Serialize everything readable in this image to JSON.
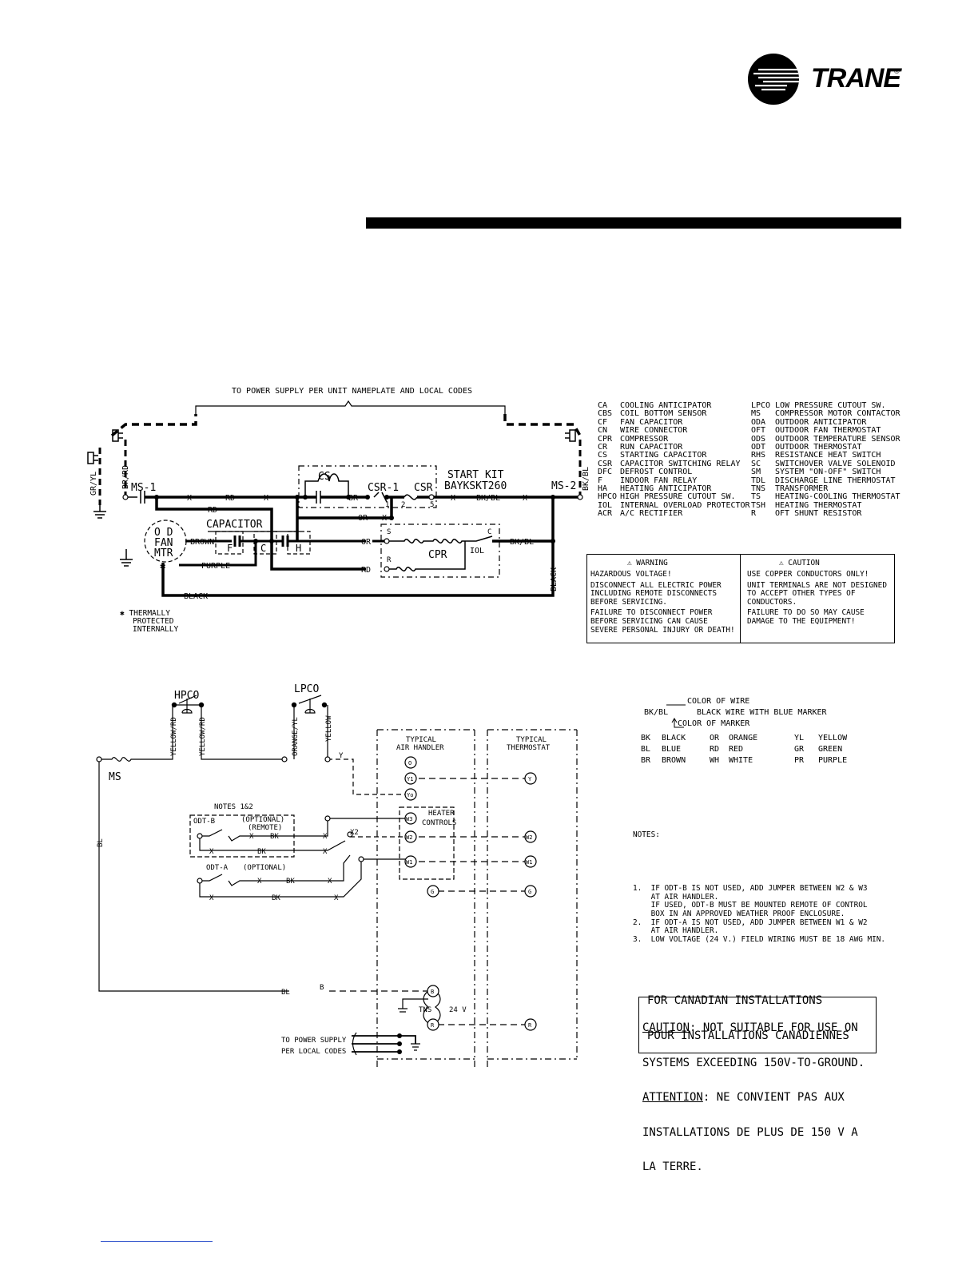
{
  "brand": {
    "name": "TRANE",
    "reg": "®"
  },
  "diagram": {
    "power_supply_top": "TO POWER SUPPLY PER UNIT NAMEPLATE AND LOCAL CODES",
    "wire_labels": {
      "gr_yl": "GR/YL",
      "br_rd": "BR/RD",
      "bk_bl": "BK/BL",
      "ms1": "MS-1",
      "ms2": "MS-2",
      "rd": "RD",
      "x": "X",
      "or": "OR",
      "bk_bl_mid": "BK/BL",
      "brown": "BROWN",
      "purple": "PURPLE",
      "black": "BLACK",
      "black_v": "BLACK",
      "br": "BR"
    },
    "components": {
      "cs": "CS",
      "csr1": "CSR-1",
      "csr": "CSR",
      "start_kit": "START KIT",
      "kit_model": "BAYKSKT260",
      "capacitor": "CAPACITOR",
      "cap_f": "F",
      "cap_c": "C",
      "cap_h": "H",
      "fan_o": "O D",
      "fan_f": "FAN",
      "fan_m": "MTR",
      "cpr": "CPR",
      "iol": "IOL",
      "s": "S",
      "r": "R",
      "c": "C",
      "n1": "1",
      "n2": "2",
      "n5": "5",
      "star": "✱"
    },
    "thermal_note": [
      "✱ THERMALLY",
      "PROTECTED",
      "INTERNALLY"
    ],
    "low_voltage": {
      "hpco": "HPCO",
      "lpco": "LPCO",
      "ms": "MS",
      "bl": "BL",
      "yellow_rd": "YELLOW/RD",
      "orange_yl": "ORANGE/YL",
      "yellow": "YELLOW",
      "y": "Y",
      "typical_ah_1": "TYPICAL",
      "typical_ah_2": "AIR HANDLER",
      "typical_ts_1": "TYPICAL",
      "typical_ts_2": "THERMOSTAT",
      "heater_1": "HEATER",
      "heater_2": "CONTROLS",
      "notes_12": "NOTES 1&2",
      "odt_b": "ODT-B",
      "optional": "(OPTIONAL)",
      "remote": "(REMOTE)",
      "odt_a": "ODT-A",
      "optional_a": "(OPTIONAL)",
      "bk": "BK",
      "x2": "X2",
      "t_o": "O",
      "t_y1": "Y1",
      "t_yo": "Yo",
      "t_w3": "W3",
      "t_w2": "W2",
      "t_w1": "W1",
      "t_g": "G",
      "t_b": "B",
      "t_r": "R",
      "tns": "TNS",
      "v24": "24 V",
      "b": "B",
      "ts_y": "Y",
      "ts_w2": "W2",
      "ts_w1": "W1",
      "ts_g": "G",
      "ts_r": "R",
      "power_local_1": "TO POWER SUPPLY",
      "power_local_2": "PER LOCAL CODES"
    }
  },
  "abbreviations_left": [
    [
      "CA",
      "COOLING ANTICIPATOR"
    ],
    [
      "CBS",
      "COIL BOTTOM SENSOR"
    ],
    [
      "CF",
      "FAN CAPACITOR"
    ],
    [
      "CN",
      "WIRE CONNECTOR"
    ],
    [
      "CPR",
      "COMPRESSOR"
    ],
    [
      "CR",
      "RUN CAPACITOR"
    ],
    [
      "CS",
      "STARTING CAPACITOR"
    ],
    [
      "CSR",
      "CAPACITOR SWITCHING RELAY"
    ],
    [
      "DFC",
      "DEFROST CONTROL"
    ],
    [
      "F",
      "INDOOR FAN RELAY"
    ],
    [
      "HA",
      "HEATING ANTICIPATOR"
    ],
    [
      "HPCO",
      "HIGH PRESSURE CUTOUT SW."
    ],
    [
      "IOL",
      "INTERNAL OVERLOAD PROTECTOR"
    ],
    [
      "ACR",
      "A/C RECTIFIER"
    ]
  ],
  "abbreviations_right": [
    [
      "LPCO",
      "LOW PRESSURE CUTOUT SW."
    ],
    [
      "MS",
      "COMPRESSOR MOTOR CONTACTOR"
    ],
    [
      "ODA",
      "OUTDOOR ANTICIPATOR"
    ],
    [
      "OFT",
      "OUTDOOR FAN THERMOSTAT"
    ],
    [
      "ODS",
      "OUTDOOR TEMPERATURE SENSOR"
    ],
    [
      "ODT",
      "OUTDOOR THERMOSTAT"
    ],
    [
      "RHS",
      "RESISTANCE HEAT SWITCH"
    ],
    [
      "SC",
      "SWITCHOVER VALVE SOLENOID"
    ],
    [
      "SM",
      "SYSTEM \"ON-OFF\" SWITCH"
    ],
    [
      "TDL",
      "DISCHARGE LINE THERMOSTAT"
    ],
    [
      "TNS",
      "TRANSFORMER"
    ],
    [
      "TS",
      "HEATING-COOLING THERMOSTAT"
    ],
    [
      "TSH",
      "HEATING THERMOSTAT"
    ],
    [
      "R",
      "OFT SHUNT RESISTOR"
    ]
  ],
  "warning": {
    "title": "⚠ WARNING",
    "lines": [
      "HAZARDOUS VOLTAGE!",
      "",
      "DISCONNECT ALL ELECTRIC POWER",
      "INCLUDING REMOTE DISCONNECTS",
      "BEFORE SERVICING.",
      "",
      "FAILURE TO DISCONNECT POWER",
      "BEFORE SERVICING CAN CAUSE",
      "SEVERE PERSONAL INJURY OR DEATH!"
    ]
  },
  "caution": {
    "title": "⚠ CAUTION",
    "lines": [
      "USE COPPER CONDUCTORS ONLY!",
      "",
      "UNIT TERMINALS ARE NOT DESIGNED",
      "TO ACCEPT OTHER TYPES OF",
      "CONDUCTORS.",
      "",
      "FAILURE TO DO SO MAY CAUSE",
      "DAMAGE TO THE EQUIPMENT!"
    ]
  },
  "color_key": {
    "color_of_wire": "COLOR OF WIRE",
    "example": "BK/BL",
    "example_desc": "BLACK WIRE WITH BLUE MARKER",
    "color_of_marker": "COLOR OF MARKER",
    "codes": [
      [
        "BK",
        "BLACK",
        "OR",
        "ORANGE",
        "YL",
        "YELLOW"
      ],
      [
        "BL",
        "BLUE",
        "RD",
        "RED",
        "GR",
        "GREEN"
      ],
      [
        "BR",
        "BROWN",
        "WH",
        "WHITE",
        "PR",
        "PURPLE"
      ]
    ]
  },
  "notes": {
    "title": "NOTES:",
    "lines": [
      "1.  IF ODT-B IS NOT USED, ADD JUMPER BETWEEN W2 & W3",
      "    AT AIR HANDLER.",
      "    IF USED, ODT-B MUST BE MOUNTED REMOTE OF CONTROL",
      "    BOX IN AN APPROVED WEATHER PROOF ENCLOSURE.",
      "2.  IF ODT-A IS NOT USED, ADD JUMPER BETWEEN W1 & W2",
      "    AT AIR HANDLER.",
      "3.  LOW VOLTAGE (24 V.) FIELD WIRING MUST BE 18 AWG MIN."
    ]
  },
  "canadian": {
    "head1": "FOR CANADIAN INSTALLATIONS",
    "head2": "POUR INSTALLATIONS CANADIENNES",
    "caution_word": "CAUTION",
    "caution_rest": ": NOT SUITABLE FOR USE ON",
    "line2": "SYSTEMS EXCEEDING 150V-TO-GROUND.",
    "attention_word": "ATTENTION",
    "attention_rest": ": NE CONVIENT PAS AUX",
    "line4": "INSTALLATIONS DE PLUS DE 150 V A",
    "line5": "LA TERRE."
  }
}
